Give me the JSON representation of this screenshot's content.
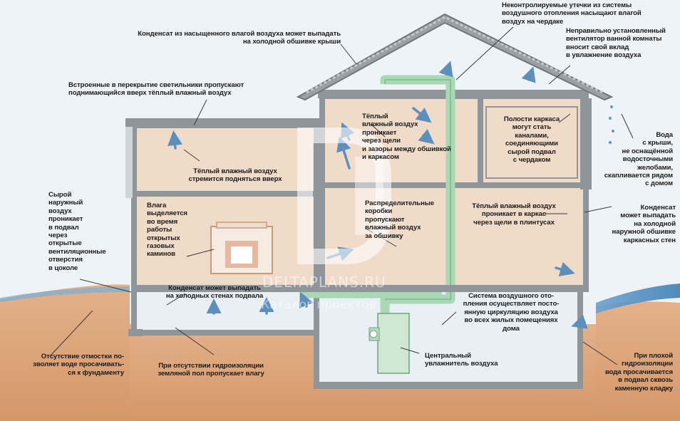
{
  "labels": {
    "roof_condensation": "Конденсат из насыщенного влагой воздуха может выпадать\nна холодной обшивке крыши",
    "attic_leaks": "Неконтролируемые утечки из системы\nвоздушного отопления насыщают влагой\nвоздух на чердаке",
    "bath_fan": "Неправильно установленный\nвентилятор ванной комнаты\nвносит свой вклад\nв увлажнение воздуха",
    "ceiling_lights": "Встроенные в перекрытие светильники пропускают\nподнимающийся вверх тёплый влажный воздух",
    "warm_air_rises": "Тёплый влажный воздух\nстремится подняться вверх",
    "walls_gaps": "Тёплый\nвлажный воздух\nпроникает\nчерез щели\nи зазоры между обшивкой\nи каркасом",
    "frame_cavities": "Полости каркаса\nмогут стать\nканалами,\nсоединяющими\nсырой подвал\nс чердаком",
    "gutters": "Вода\nс крыши,\nне оснащённой\nводосточными\nжелобами,\nскапливается рядом\nс домом",
    "outside_air": "Сырой\nнаружный\nвоздух\nпроникает\nв подвал\nчерез\nоткрытые\nвентиляционные\nотверстия\nв цоколе",
    "fireplaces": "Влага\nвыделяется\nво время\nработы\nоткрытых\nгазовых\nкаминов",
    "distribution_boxes": "Распределительные\nкоробки\nпропускают\nвлажный воздух\nза обшивку",
    "baseboard_gaps": "Тёплый влажный воздух\nпроникает в каркас\nчерез щели в плинтусах",
    "exterior_sheathing": "Конденсат\nможет выпадать\nна холодной\nнаружной обшивке\nкаркасных стен",
    "basement_walls": "Конденсат может выпадать\nна холодных стенах подвала",
    "heating_system": "Система воздушного ото-\nпления осуществляет посто-\nянную циркуляцию воздуха\nво всех жилых помещениях\nдома",
    "humidifier": "Центральный\nувлажнитель воздуха",
    "no_apron": "Отсутствие отмостки по-\nзволяет воде просачивать-\nся к фундаменту",
    "no_waterproofing": "При отсутствии гидроизоляции\nземляной пол пропускает влагу",
    "poor_waterproofing": "При плохой\nгидроизоляции\nвода просачивается\nв подвал сквозь\nкаменную кладку"
  },
  "watermark": {
    "site": "DELTAPLANS.RU",
    "caption": "Каталог проектов"
  },
  "colors": {
    "background": "#eef3f7",
    "room": "#f1dccb",
    "basement": "#e8eff4",
    "ground": "#d9a276",
    "structure": "#8e969c",
    "duct": "#a9d8b4",
    "arrow": "#5d8fbd",
    "water": "#5b97c4"
  }
}
